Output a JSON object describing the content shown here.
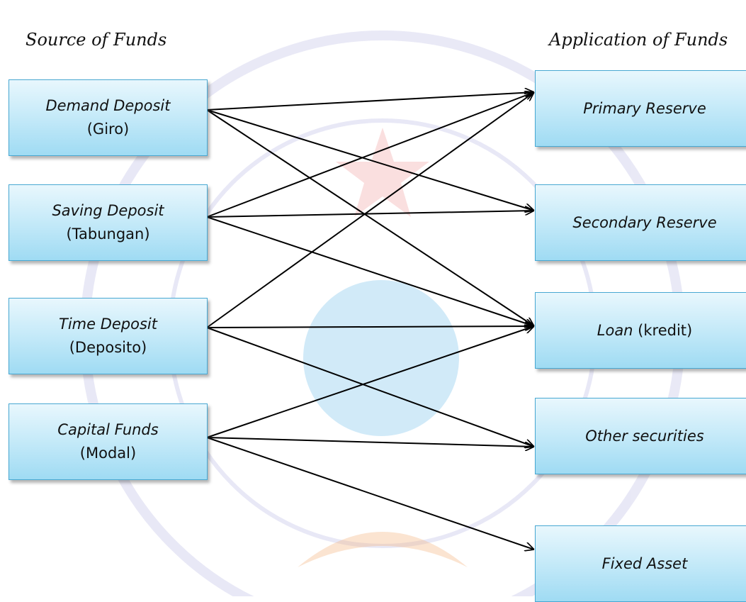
{
  "headings": {
    "source": "Source of Funds",
    "application": "Application of Funds"
  },
  "sources": [
    {
      "name": "Demand Deposit",
      "local": "(Giro)"
    },
    {
      "name": "Saving Deposit",
      "local": "(Tabungan)"
    },
    {
      "name": "Time Deposit",
      "local": "(Deposito)"
    },
    {
      "name": "Capital Funds",
      "local": "(Modal)"
    }
  ],
  "applications": [
    {
      "name": "Primary Reserve",
      "suffix": ""
    },
    {
      "name": "Secondary Reserve",
      "suffix": ""
    },
    {
      "name": "Loan",
      "suffix": " (kredit)"
    },
    {
      "name": "Other securities",
      "suffix": ""
    },
    {
      "name": "Fixed Asset",
      "suffix": ""
    }
  ],
  "flows": [
    {
      "from": 0,
      "to": 0
    },
    {
      "from": 0,
      "to": 1
    },
    {
      "from": 0,
      "to": 2
    },
    {
      "from": 1,
      "to": 0
    },
    {
      "from": 1,
      "to": 1
    },
    {
      "from": 1,
      "to": 2
    },
    {
      "from": 2,
      "to": 0
    },
    {
      "from": 2,
      "to": 2
    },
    {
      "from": 2,
      "to": 3
    },
    {
      "from": 3,
      "to": 2
    },
    {
      "from": 3,
      "to": 3
    },
    {
      "from": 3,
      "to": 4
    }
  ]
}
